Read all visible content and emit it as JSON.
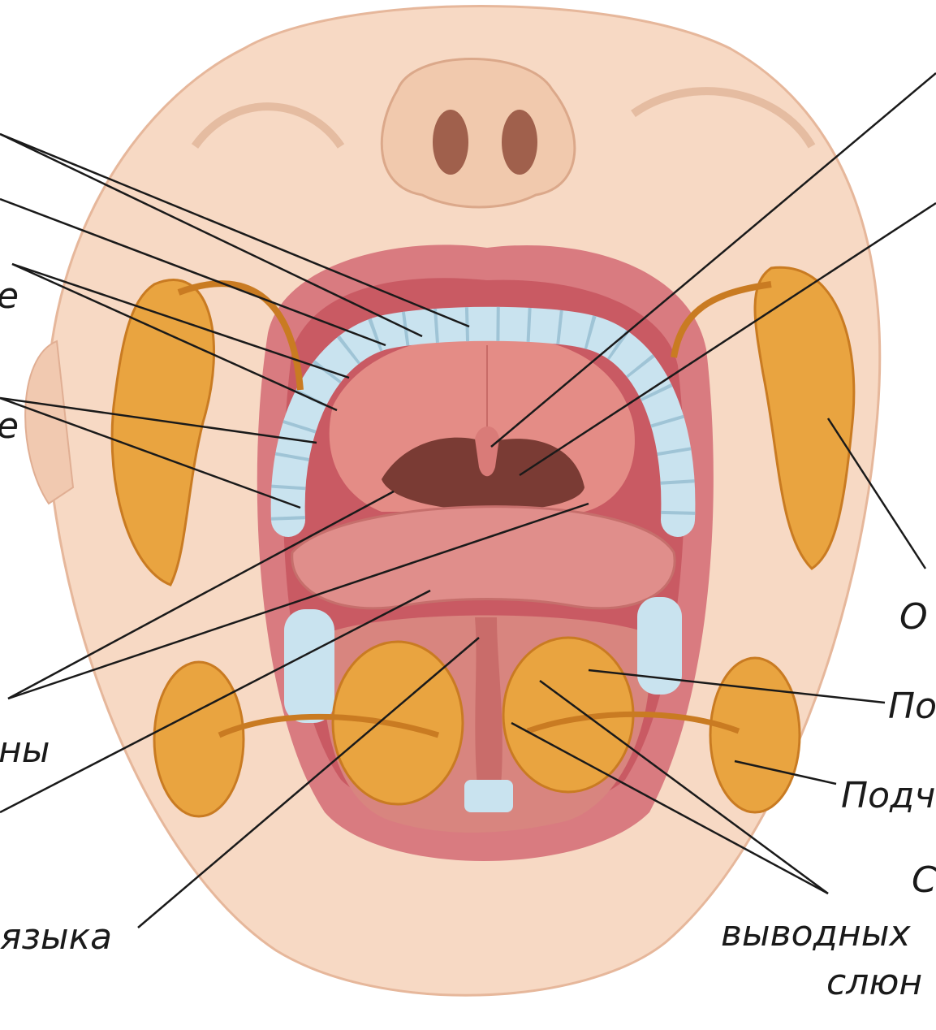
{
  "diagram": {
    "subject": "oral cavity with salivary glands",
    "colors": {
      "skin": "#f7d9c4",
      "skin_shadow": "#ebb79e",
      "lip": "#d97b80",
      "mouth_interior": "#c95a63",
      "palate": "#e48c86",
      "throat": "#7a3b34",
      "tongue": "#e08e8b",
      "teeth": "#c9e3ef",
      "gland": "#e9a440",
      "gland_dark": "#c97b22",
      "leader_line": "#1a1a1a"
    },
    "labels": {
      "left_tongue": "языка",
      "left_partial": "ны",
      "left_e1": "e",
      "left_e2": "e",
      "right_o": "О",
      "right_po": "По",
      "right_podch": "Подч",
      "right_c": "С",
      "right_vyvodnyh": "выводных",
      "right_slyun": "слюн"
    }
  }
}
